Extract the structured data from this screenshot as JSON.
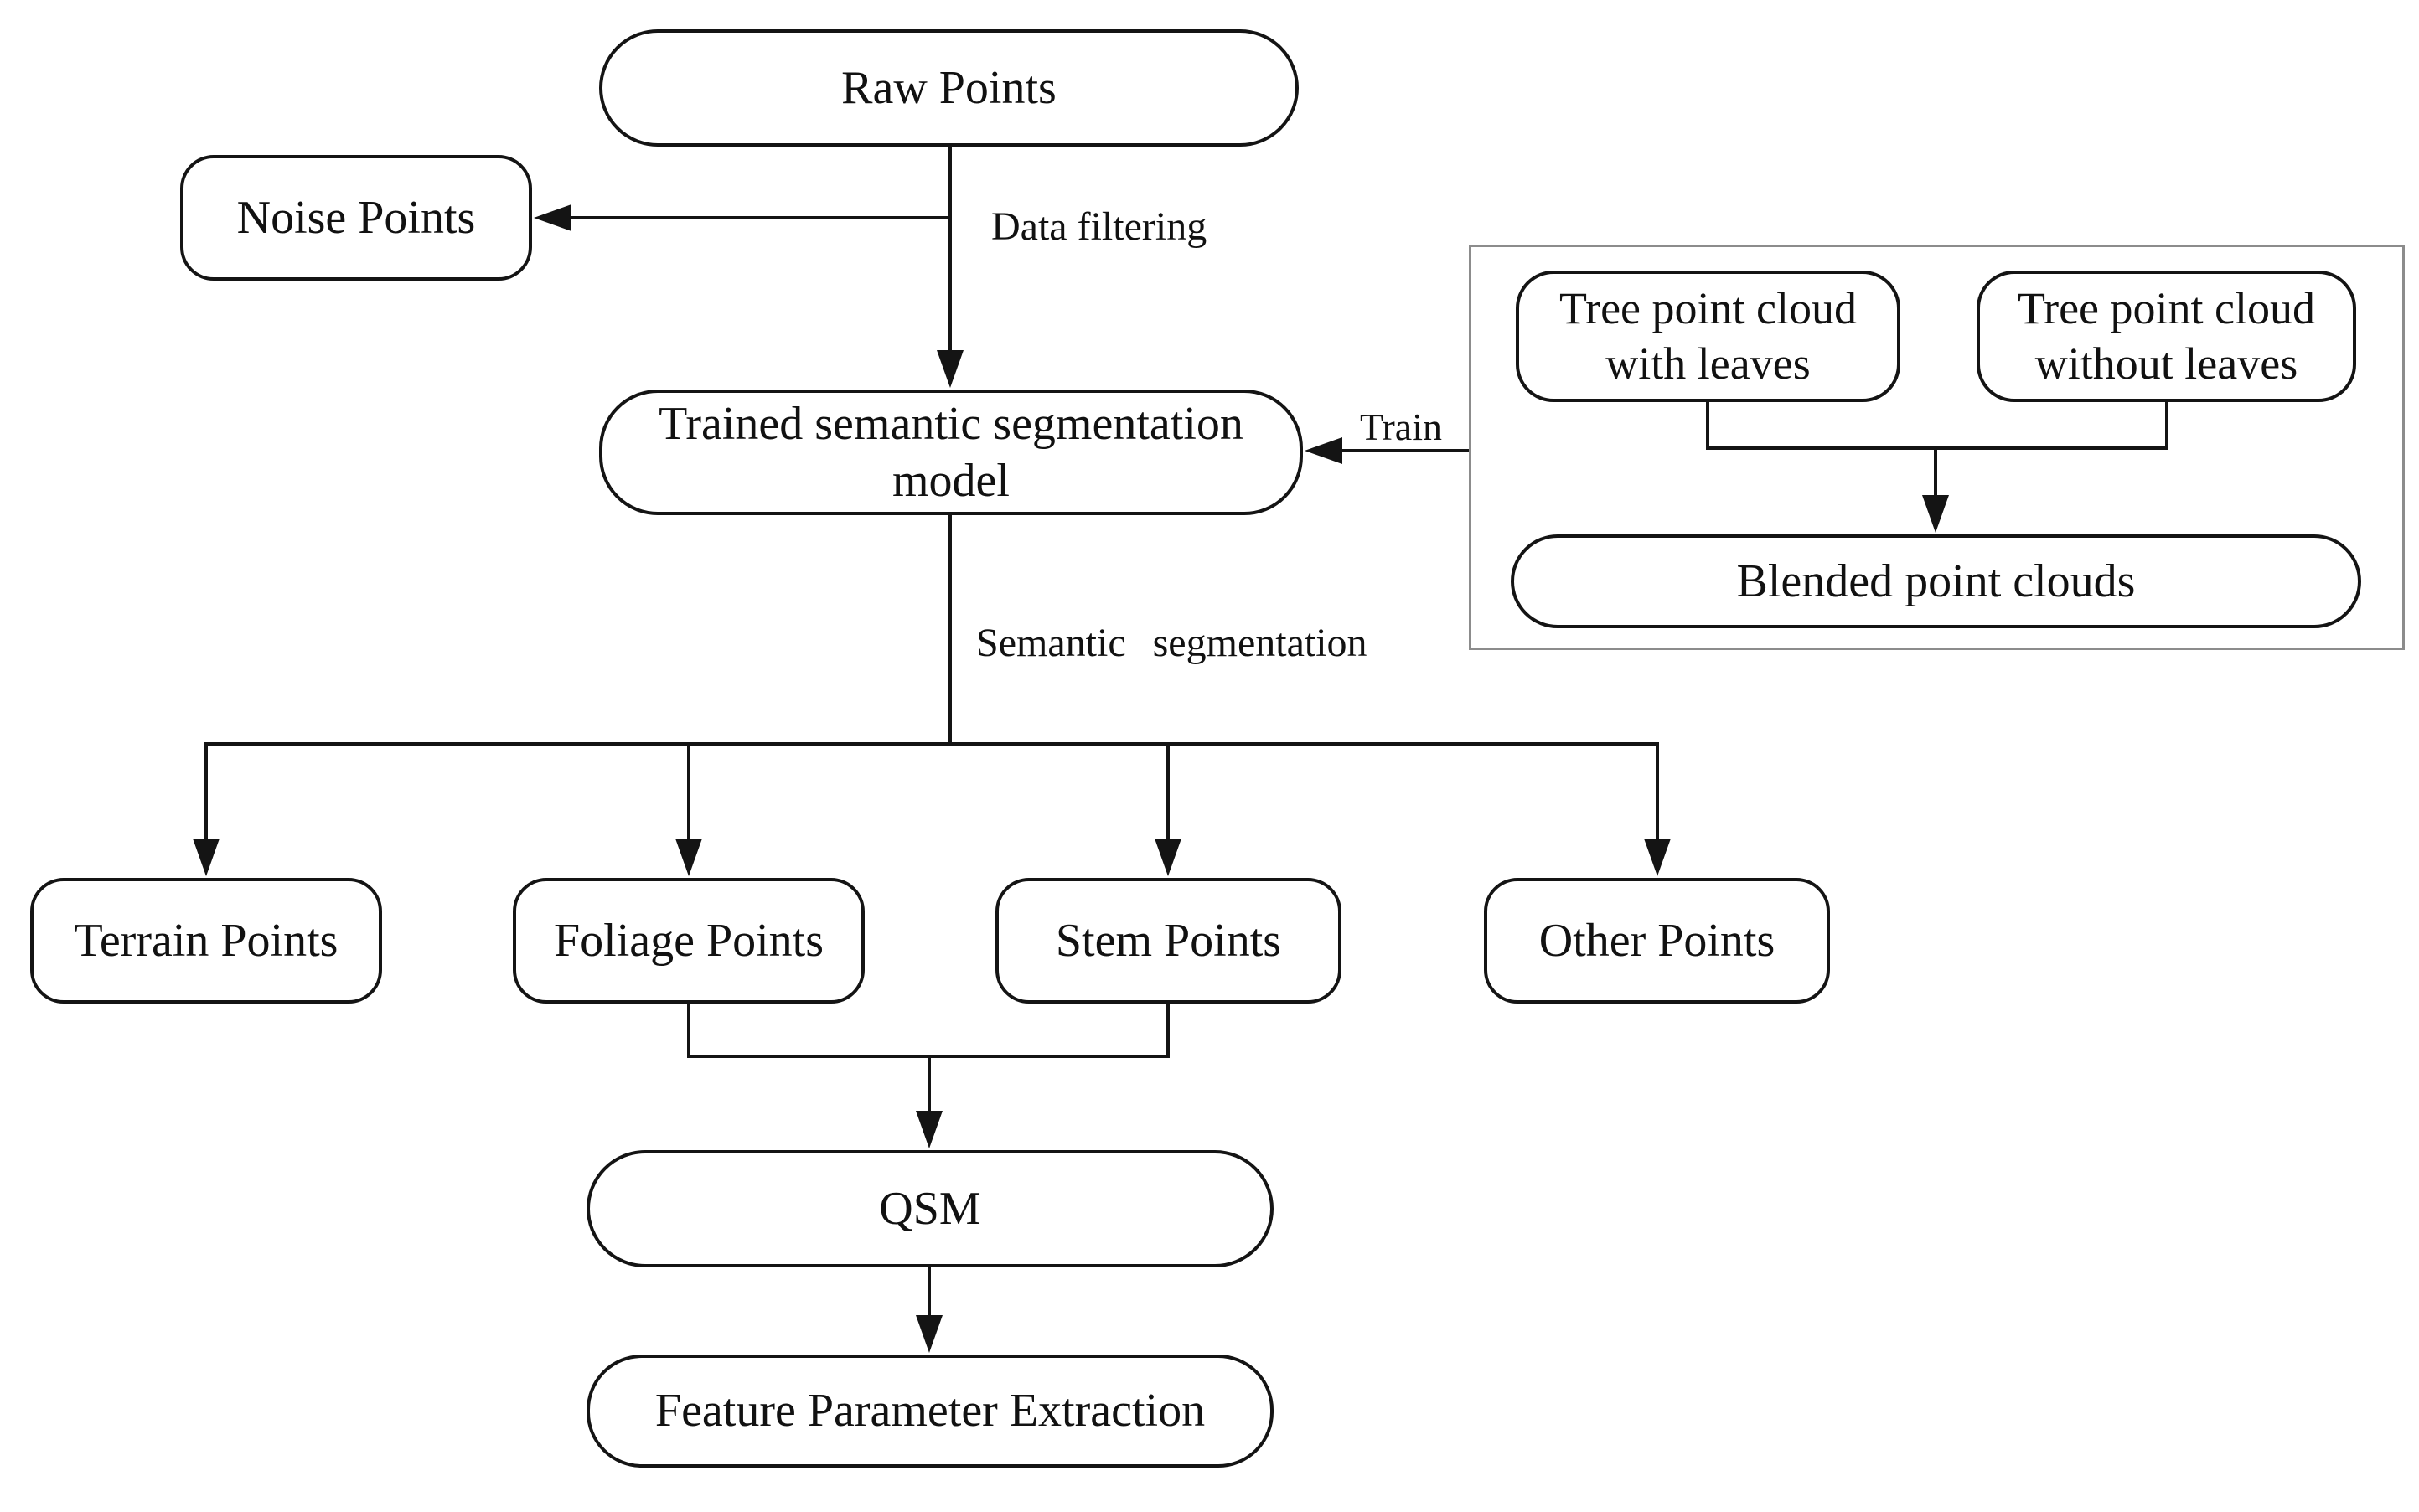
{
  "diagram": {
    "type": "flowchart",
    "nodes": {
      "raw_points": {
        "label": "Raw Points"
      },
      "noise_points": {
        "label": "Noise Points"
      },
      "model": {
        "label": "Trained semantic segmentation model"
      },
      "tree_with_leaves": {
        "label": "Tree point cloud with leaves"
      },
      "tree_without_leaves": {
        "label": "Tree point cloud without leaves"
      },
      "blended": {
        "label": "Blended point clouds"
      },
      "terrain": {
        "label": "Terrain Points"
      },
      "foliage": {
        "label": "Foliage Points"
      },
      "stem": {
        "label": "Stem Points"
      },
      "other": {
        "label": "Other Points"
      },
      "qsm": {
        "label": "QSM"
      },
      "fpe": {
        "label": "Feature Parameter Extraction"
      }
    },
    "edge_labels": {
      "data_filtering": "Data filtering",
      "train": "Train",
      "semantic_segmentation": "Semantic segmentation"
    },
    "edges": [
      "Raw Points -> Trained semantic segmentation model (Data filtering)",
      "Raw Points -> Noise Points (Data filtering branch)",
      "Blended point clouds panel -> Trained semantic segmentation model (Train)",
      "Tree point cloud with leaves + Tree point cloud without leaves -> Blended point clouds",
      "Trained semantic segmentation model -> Terrain Points | Foliage Points | Stem Points | Other Points (Semantic segmentation)",
      "Foliage Points + Stem Points -> QSM",
      "QSM -> Feature Parameter Extraction"
    ],
    "colors": {
      "line": "#141414",
      "panel_border": "#8c8c8c",
      "background": "#ffffff",
      "text": "#111111"
    }
  }
}
